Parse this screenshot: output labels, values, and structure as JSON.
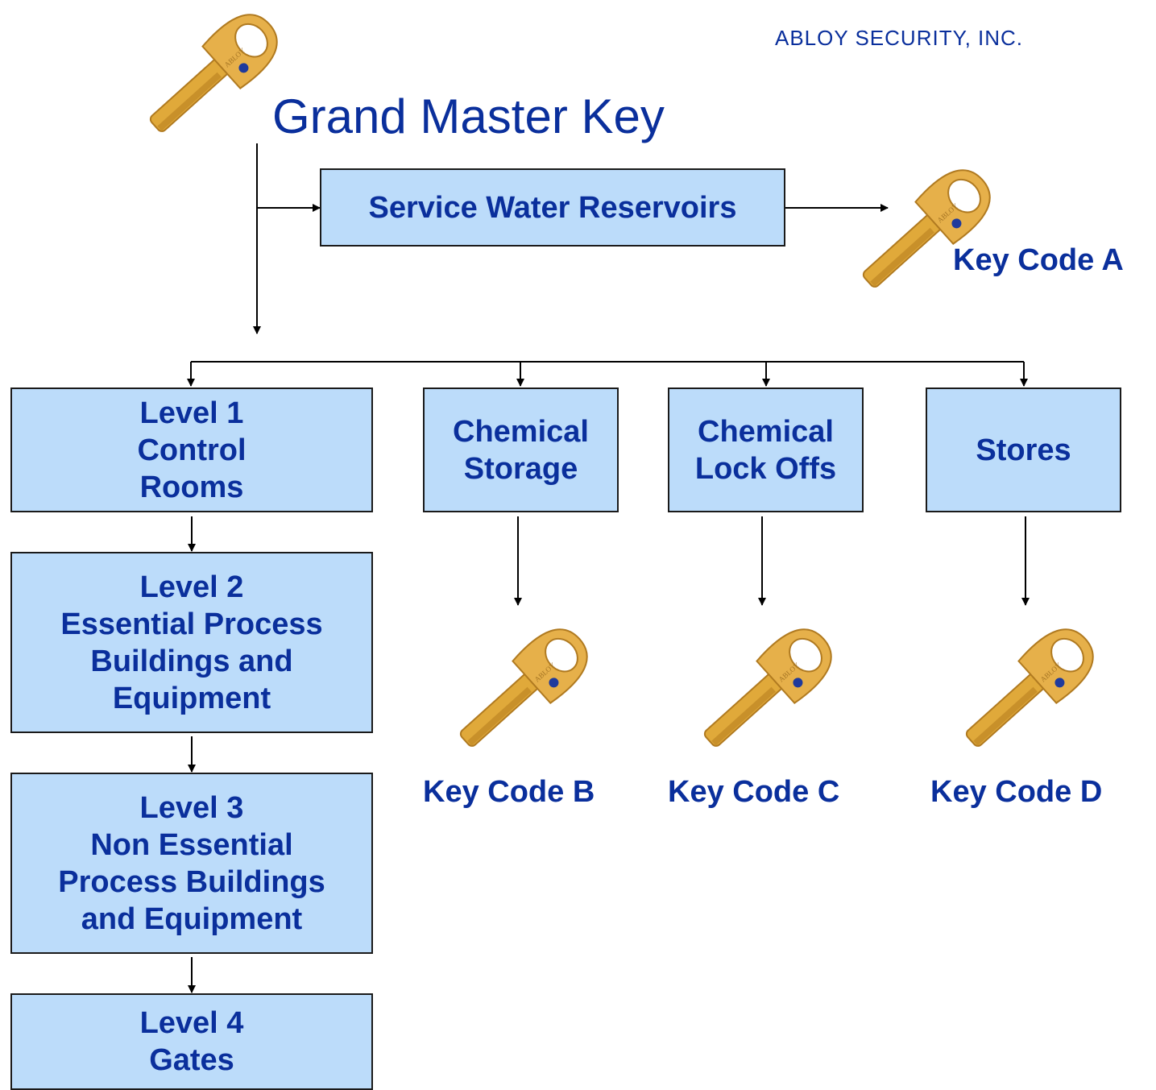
{
  "header": {
    "company": "ABLOY SECURITY, INC.",
    "title": "Grand Master Key"
  },
  "service_box": "Service Water Reservoirs",
  "levels": [
    "Level 1\nControl\nRooms",
    "Level 2\nEssential Process\nBuildings and\nEquipment",
    "Level 3\nNon Essential\nProcess Buildings\nand Equipment",
    "Level 4\nGates"
  ],
  "branches": [
    "Chemical\nStorage",
    "Chemical\nLock Offs",
    "Stores"
  ],
  "key_codes": [
    "Key Code A",
    "Key Code B",
    "Key Code C",
    "Key Code D"
  ],
  "key_logo_text": "ABLOY",
  "colors": {
    "box_fill": "#bcdcfa",
    "text": "#0a2f9c",
    "key_gold": "#e0a93a",
    "key_dot": "#1f3a9c"
  },
  "icons": [
    "key-icon"
  ]
}
